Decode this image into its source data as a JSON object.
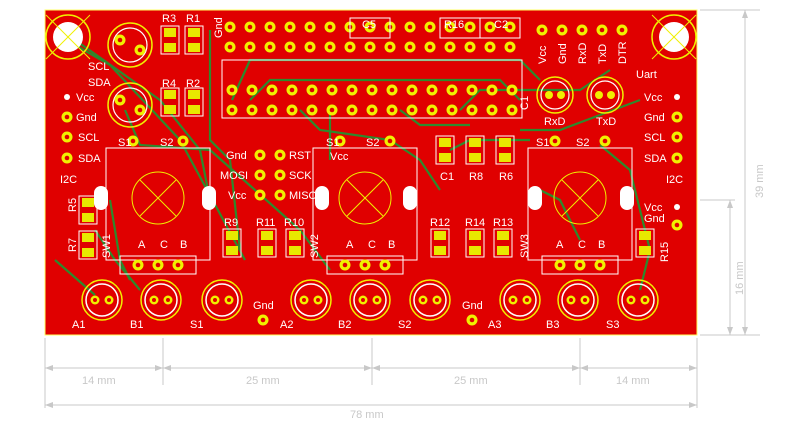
{
  "board": {
    "colors": {
      "copper": "#e00000",
      "silk": "#ffffff",
      "pad": "#f0f000",
      "trace": "#2d8a2d",
      "outline": "#ffff60",
      "dimension": "#c8c8c8",
      "background": "#ffffff"
    },
    "top_labels": {
      "r3": "R3",
      "r1": "R1",
      "gnd": "Gnd",
      "c5": "C5",
      "r16": "R16",
      "c2": "C2"
    },
    "left_i2c": {
      "scl": "SCL",
      "sda": "SDA",
      "vcc": "Vcc",
      "gnd": "Gnd",
      "scl2": "SCL",
      "sda2": "SDA",
      "i2c": "I2C",
      "r4": "R4",
      "r2": "R2"
    },
    "right_i2c": {
      "vcc": "Vcc",
      "gnd": "Gnd",
      "scl": "SCL",
      "sda": "SDA",
      "i2c": "I2C",
      "vcc2": "Vcc",
      "gnd2": "Gnd"
    },
    "uart": {
      "vcc": "Vcc",
      "gnd": "Gnd",
      "rxd": "RxD",
      "txd": "TxD",
      "dtr": "DTR",
      "label": "Uart",
      "rxd_led": "RxD",
      "txd_led": "TxD",
      "c1top": "C1"
    },
    "isp": {
      "gnd": "Gnd",
      "rst": "RST",
      "mosi": "MOSI",
      "sck": "SCK",
      "vcc": "Vcc",
      "miso": "MISO"
    },
    "mid": {
      "s1": "S1",
      "vcc": "Vcc",
      "s2": "S2",
      "c1": "C1",
      "r8": "R8",
      "r6": "R6"
    },
    "encoders": [
      {
        "s1": "S1",
        "s2": "S2",
        "a": "A",
        "c": "C",
        "b": "B",
        "sw": "SW1"
      },
      {
        "s1": "",
        "s2": "",
        "a": "A",
        "c": "C",
        "b": "B",
        "sw": "SW2"
      },
      {
        "s1": "S1",
        "s2": "S2",
        "a": "A",
        "c": "C",
        "b": "B",
        "sw": "SW3"
      }
    ],
    "resistors": {
      "r5": "R5",
      "r7": "R7",
      "r9": "R9",
      "r11": "R11",
      "r10": "R10",
      "r12": "R12",
      "r14": "R14",
      "r13": "R13",
      "r15": "R15"
    },
    "leds": [
      "A1",
      "B1",
      "S1",
      "A2",
      "B2",
      "S2",
      "A3",
      "B3",
      "S3"
    ],
    "gnd_pads": [
      "Gnd",
      "Gnd"
    ]
  },
  "dimensions": {
    "bottom": [
      "14 mm",
      "25 mm",
      "25 mm",
      "14 mm"
    ],
    "total": "78 mm",
    "right_height": "39 mm",
    "right_partial": "16 mm"
  }
}
